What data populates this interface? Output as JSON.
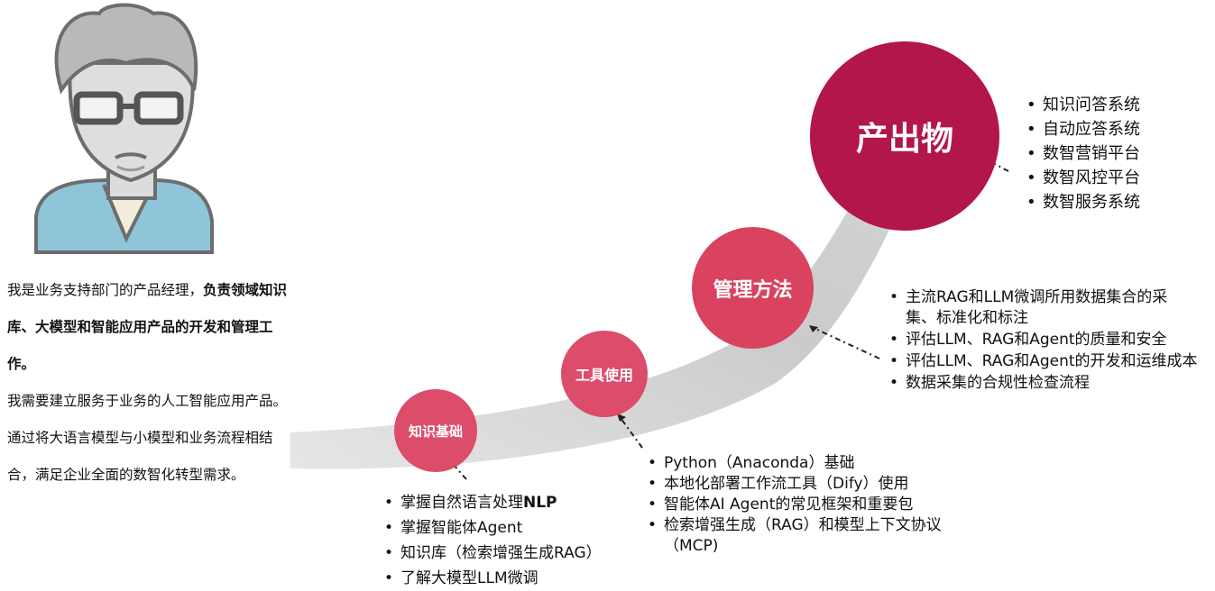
{
  "intro": {
    "p1_text": "我是业务支持部门的产品经理，",
    "p1_bold": "负责领域知识库、大模型和智能应用产品的开发和管理工作。",
    "p2": "我需要建立服务于业务的人工智能应用产品。通过将大语言模型与小模型和业务流程相结合，满足企业全面的数智化转型需求。"
  },
  "stages": [
    {
      "title": "知识基础",
      "items": [
        {
          "pre": "掌握自然语言处理",
          "bold": "NLP"
        },
        {
          "pre": "掌握智能体Agent",
          "bold": ""
        },
        {
          "pre": "知识库（检索增强生成RAG）",
          "bold": ""
        },
        {
          "pre": "了解大模型LLM微调",
          "bold": ""
        }
      ]
    },
    {
      "title": "工具使用",
      "items": [
        "Python（Anaconda）基础",
        "本地化部署工作流工具（Dify）使用",
        "智能体AI Agent的常见框架和重要包",
        "检索增强生成（RAG）和模型上下文协议（MCP)"
      ]
    },
    {
      "title": "管理方法",
      "items": [
        "主流RAG和LLM微调所用数据集合的采集、标准化和标注",
        "评估LLM、RAG和Agent的质量和安全",
        "评估LLM、RAG和Agent的开发和运维成本",
        "数据采集的合规性检查流程"
      ]
    },
    {
      "title": "产出物",
      "items": [
        "知识问答系统",
        "自动应答系统",
        "数智营销平台",
        "数智风控平台",
        "数智服务系统"
      ]
    }
  ],
  "colors": {
    "stage_circle": "#db4d6a",
    "stage_circle_mid": "#d9435f",
    "output_circle": "#b3154d",
    "arc": "#cfcfcf"
  },
  "icons": [
    "avatar-icon"
  ]
}
